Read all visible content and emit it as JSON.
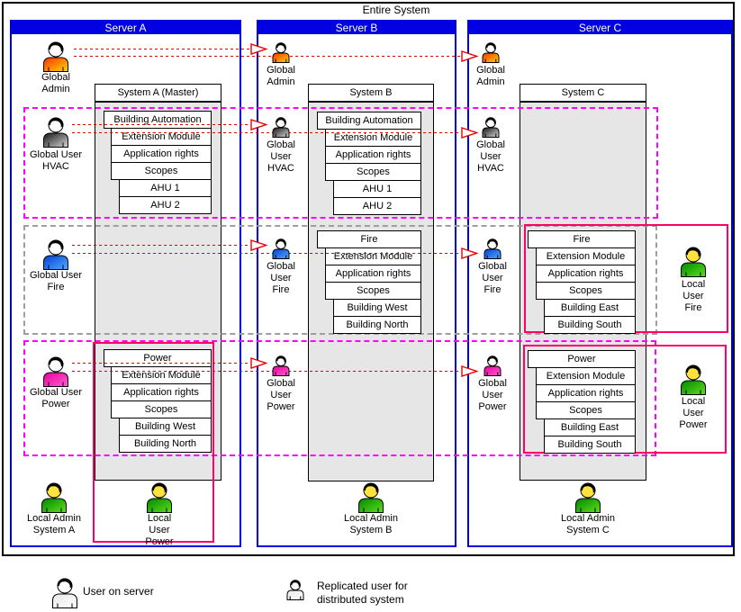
{
  "title": "Entire System",
  "palette": {
    "server_blue": "#0000E0",
    "arrow_red": "#E80000",
    "row_magenta": "#FF00FF",
    "row_gray": "#9E9E9E",
    "highlight_pink": "#FF0066",
    "body_gray": "#E6E6E6",
    "shirt_orange": [
      "#FF3300",
      "#FFD400"
    ],
    "shirt_gray": [
      "#141414",
      "#D8D8D8"
    ],
    "shirt_blue": [
      "#0041D8",
      "#55AAFF"
    ],
    "shirt_magenta": [
      "#E8009E",
      "#FF5FD0"
    ],
    "shirt_green": [
      "#008A00",
      "#5FDC1E"
    ],
    "shirt_white": [
      "#E8E8E8",
      "#FFFFFF"
    ],
    "face_white": "#FFFFFF",
    "face_yellow": "#FFE23D"
  },
  "servers": [
    {
      "name": "Server A",
      "system": {
        "title": "System A (Master)"
      },
      "groups": {
        "hvac": [
          "Building Automation",
          "Extension Module",
          "Application rights",
          "Scopes",
          "AHU 1",
          "AHU 2"
        ],
        "power": [
          "Power",
          "Extension Module",
          "Application rights",
          "Scopes",
          "Building West",
          "Building North"
        ]
      },
      "users": {
        "admin": "Global\nAdmin",
        "hvac": "Global User\nHVAC",
        "fire": "Global User\nFire",
        "power": "Global User\nPower",
        "local_admin": "Local Admin\nSystem A",
        "local_user_power": "Local\nUser\nPower"
      }
    },
    {
      "name": "Server B",
      "system": {
        "title": "System B"
      },
      "groups": {
        "hvac": [
          "Building Automation",
          "Extension Module",
          "Application rights",
          "Scopes",
          "AHU 1",
          "AHU 2"
        ],
        "fire": [
          "Fire",
          "Extension Module",
          "Application rights",
          "Scopes",
          "Building West",
          "Building North"
        ]
      },
      "users": {
        "admin": "Global\nAdmin",
        "hvac": "Global\nUser\nHVAC",
        "fire": "Global\nUser\nFire",
        "power": "Global\nUser\nPower",
        "local_admin": "Local Admin\nSystem B"
      }
    },
    {
      "name": "Server C",
      "system": {
        "title": "System C"
      },
      "groups": {
        "fire": [
          "Fire",
          "Extension Module",
          "Application rights",
          "Scopes",
          "Building East",
          "Building South"
        ],
        "power": [
          "Power",
          "Extension Module",
          "Application rights",
          "Scopes",
          "Building East",
          "Building South"
        ]
      },
      "users": {
        "admin": "Global\nAdmin",
        "hvac": "Global\nUser\nHVAC",
        "fire": "Global\nUser\nFire",
        "power": "Global\nUser\nPower",
        "local_user_fire": "Local\nUser\nFire",
        "local_user_power": "Local\nUser\nPower",
        "local_admin": "Local Admin\nSystem C"
      }
    }
  ],
  "legend": {
    "user_on_server": "User on server",
    "replicated_user": "Replicated user for\ndistributed system"
  }
}
